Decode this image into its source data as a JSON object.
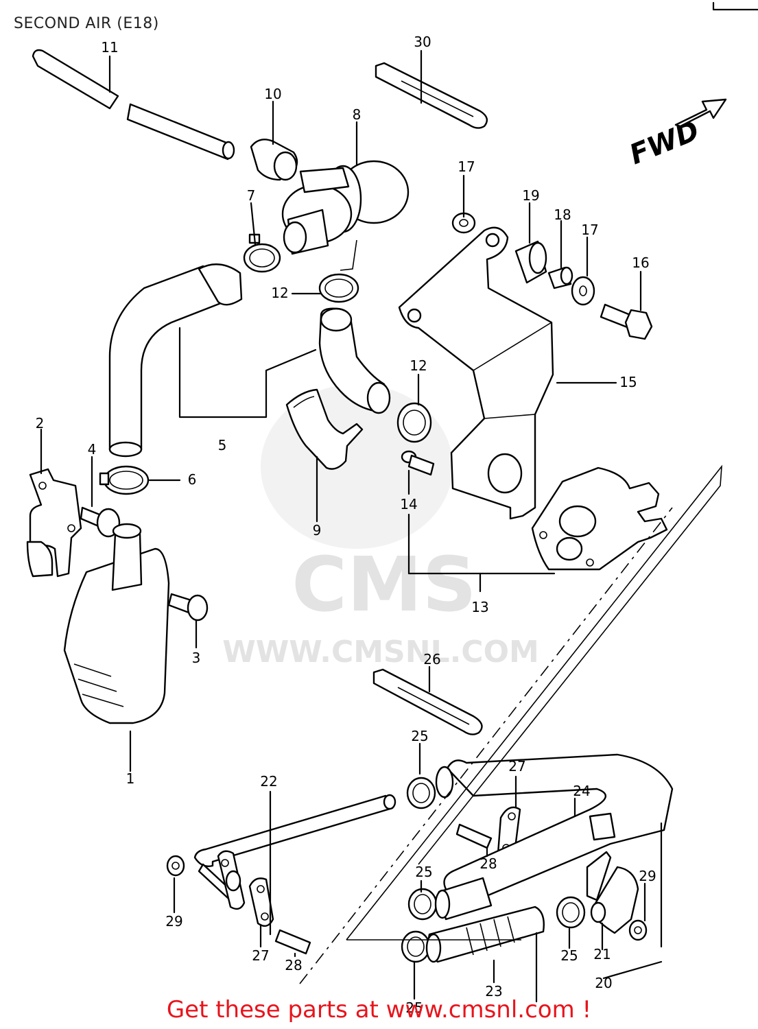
{
  "title": "SECOND AIR (E18)",
  "direction_label": "FWD",
  "watermark": {
    "brand": "CMS",
    "url": "WWW.CMSNL.COM"
  },
  "footer": "Get these parts at www.cmsnl.com !",
  "callouts": {
    "c1": "1",
    "c2": "2",
    "c3": "3",
    "c4": "4",
    "c5": "5",
    "c6": "6",
    "c7": "7",
    "c8": "8",
    "c9": "9",
    "c10": "10",
    "c11": "11",
    "c12a": "12",
    "c12b": "12",
    "c13": "13",
    "c14": "14",
    "c15": "15",
    "c16": "16",
    "c17a": "17",
    "c17b": "17",
    "c18": "18",
    "c19": "19",
    "c20": "20",
    "c21": "21",
    "c22": "22",
    "c23": "23",
    "c24": "24",
    "c25a": "25",
    "c25b": "25",
    "c25c": "25",
    "c25d": "25",
    "c26": "26",
    "c27a": "27",
    "c27b": "27",
    "c28a": "28",
    "c28b": "28",
    "c29a": "29",
    "c29b": "29",
    "c30": "30"
  }
}
